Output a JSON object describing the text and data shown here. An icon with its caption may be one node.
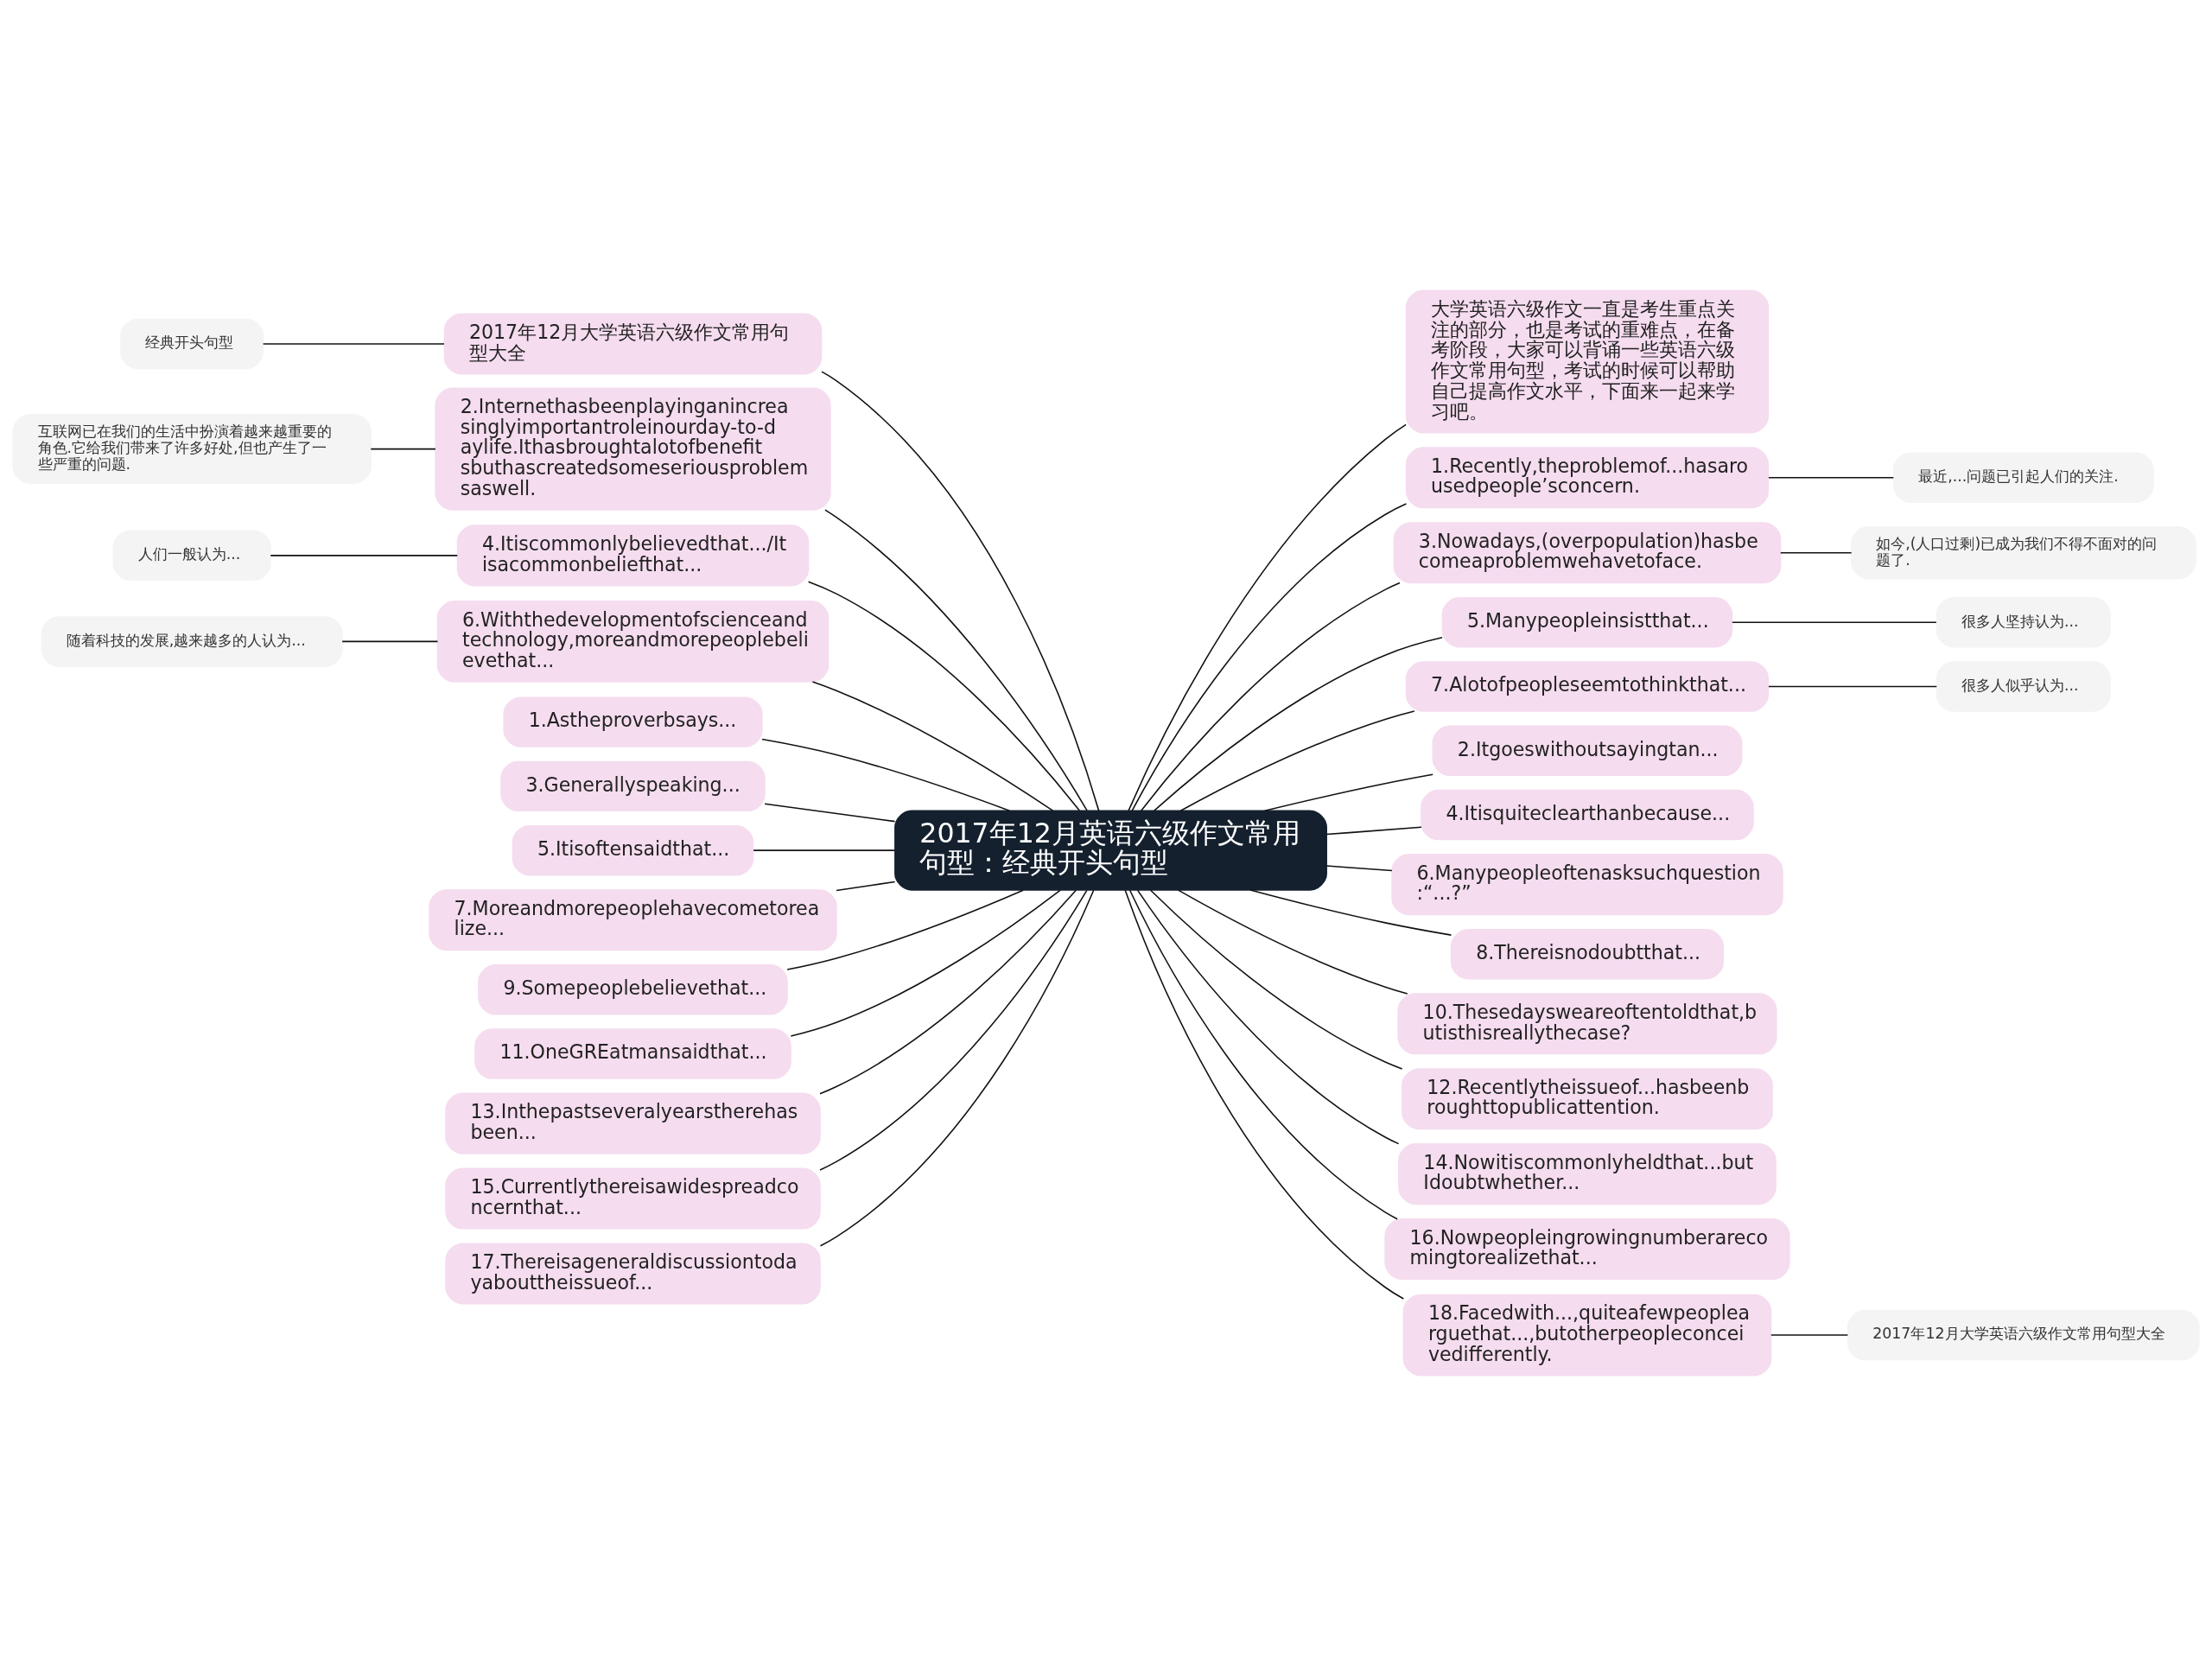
{
  "diagram": {
    "nodes": [
      {
        "text": [
          "2017年12月英语六级作文常用句型：经典开头句型"
        ]
      },
      {
        "text": [
          "大学英语六级作文一直是考生重点关注的部分，也是考试的重难点，在备考阶段，大家可以背诵一些英语六级作文常用句型，考试的时候可以帮助自己提高作文水平，下面来一起来学习吧。"
        ]
      },
      {
        "text": [
          "1.Recently,theproblemof...hasarousedpeople’sconcern."
        ]
      },
      {
        "text": [
          "最近,...问题已引起人们的关注."
        ]
      },
      {
        "text": [
          "3.Nowadays,(overpopulation)hasbecomeaproblemwehavetoface."
        ]
      },
      {
        "text": [
          "如今,(人口过剩)已成为我们不得不面对的问题了."
        ]
      },
      {
        "text": [
          "5.Manypeopleinsistthat..."
        ]
      },
      {
        "text": [
          "很多人坚持认为..."
        ]
      },
      {
        "text": [
          "7.Alotofpeopleseemtothinkthat..."
        ]
      },
      {
        "text": [
          "很多人似乎认为..."
        ]
      },
      {
        "text": [
          "2.Itgoeswithoutsayingtan..."
        ]
      },
      {
        "text": [
          "4.Itisquiteclearthanbecause..."
        ]
      },
      {
        "text": [
          "6.Manypeopleoftenasksuchquestion:“...?”"
        ]
      },
      {
        "text": [
          "8.Thereisnodoubtthat..."
        ]
      },
      {
        "text": [
          "10.Thesedaysweareoftentoldthat,butisthisreallythecase?"
        ]
      },
      {
        "text": [
          "12.Recentlytheissueof...hasbeenbroughttopublicattention."
        ]
      },
      {
        "text": [
          "14.Nowitiscommonlyheldthat...butIdoubtwhether..."
        ]
      },
      {
        "text": [
          "16.Nowpeopleingrowingnumberarecomingtorealizethat..."
        ]
      },
      {
        "text": [
          "18.Facedwith...,quiteafewpeoplearguethat...,butotherpeopleconceivedifferently."
        ]
      },
      {
        "text": [
          "2017年12月大学英语六级作文常用句型大全"
        ]
      },
      {
        "text": [
          "2017年12月大学英语六级作文常用句型大全"
        ]
      },
      {
        "text": [
          "经典开头句型"
        ]
      },
      {
        "text": [
          "2.Internethasbeenplayinganincreasinglyimportantroleinourday-to-daylife.Ithasbroughtalotofbenefitsbuthascreatedsomeseriousproblemsaswell."
        ]
      },
      {
        "text": [
          "互联网已在我们的生活中扮演着越来越重要的角色.它给我们带来了许多好处,但也产生了一些严重的问题."
        ]
      },
      {
        "text": [
          "4.Itiscommonlybelievedthat.../Itisacommonbeliefthat..."
        ]
      },
      {
        "text": [
          "人们一般认为..."
        ]
      },
      {
        "text": [
          "6.Withthedevelopmentofscienceandtechnology,moreandmorepeoplebelievethat..."
        ]
      },
      {
        "text": [
          "随着科技的发展,越来越多的人认为..."
        ]
      },
      {
        "text": [
          "1.Astheproverbsays..."
        ]
      },
      {
        "text": [
          "3.Generallyspeaking..."
        ]
      },
      {
        "text": [
          "5.Itisoftensaidthat..."
        ]
      },
      {
        "text": [
          "7.Moreandmorepeoplehavecometorealize..."
        ]
      },
      {
        "text": [
          "9.Somepeoplebelievethat..."
        ]
      },
      {
        "text": [
          "11.OneGREatmansaidthat..."
        ]
      },
      {
        "text": [
          "13.Inthepastseveralyearstherehasbeen..."
        ]
      },
      {
        "text": [
          "15.Currentlythereisawidespreadconcernthat..."
        ]
      },
      {
        "text": [
          "17.Thereisageneraldiscussiontodayabouttheissueof..."
        ]
      }
    ],
    "edges": [
      {
        "from": 0,
        "to": 1,
        "arrow": "none"
      },
      {
        "from": 0,
        "to": 2,
        "arrow": "none"
      },
      {
        "from": 2,
        "to": 3,
        "arrow": "none"
      },
      {
        "from": 0,
        "to": 4,
        "arrow": "none"
      },
      {
        "from": 4,
        "to": 5,
        "arrow": "none"
      },
      {
        "from": 0,
        "to": 6,
        "arrow": "none"
      },
      {
        "from": 6,
        "to": 7,
        "arrow": "none"
      },
      {
        "from": 0,
        "to": 8,
        "arrow": "none"
      },
      {
        "from": 8,
        "to": 9,
        "arrow": "none"
      },
      {
        "from": 0,
        "to": 10,
        "arrow": "none"
      },
      {
        "from": 0,
        "to": 11,
        "arrow": "none"
      },
      {
        "from": 0,
        "to": 12,
        "arrow": "none"
      },
      {
        "from": 0,
        "to": 13,
        "arrow": "none"
      },
      {
        "from": 0,
        "to": 14,
        "arrow": "none"
      },
      {
        "from": 0,
        "to": 15,
        "arrow": "none"
      },
      {
        "from": 0,
        "to": 16,
        "arrow": "none"
      },
      {
        "from": 0,
        "to": 17,
        "arrow": "none"
      },
      {
        "from": 0,
        "to": 18,
        "arrow": "none"
      },
      {
        "from": 18,
        "to": 19,
        "arrow": "none"
      },
      {
        "from": 21,
        "to": 20,
        "arrow": "none"
      },
      {
        "from": 20,
        "to": 0,
        "arrow": "none"
      },
      {
        "from": 23,
        "to": 22,
        "arrow": "none"
      },
      {
        "from": 22,
        "to": 0,
        "arrow": "none"
      },
      {
        "from": 25,
        "to": 24,
        "arrow": "none"
      },
      {
        "from": 24,
        "to": 0,
        "arrow": "none"
      },
      {
        "from": 27,
        "to": 26,
        "arrow": "none"
      },
      {
        "from": 26,
        "to": 0,
        "arrow": "none"
      },
      {
        "from": 28,
        "to": 0,
        "arrow": "none"
      },
      {
        "from": 29,
        "to": 0,
        "arrow": "none"
      },
      {
        "from": 30,
        "to": 0,
        "arrow": "none"
      },
      {
        "from": 31,
        "to": 0,
        "arrow": "none"
      },
      {
        "from": 32,
        "to": 0,
        "arrow": "none"
      },
      {
        "from": 33,
        "to": 0,
        "arrow": "none"
      },
      {
        "from": 34,
        "to": 0,
        "arrow": "none"
      },
      {
        "from": 35,
        "to": 0,
        "arrow": "none"
      },
      {
        "from": 36,
        "to": 0,
        "arrow": "none"
      }
    ]
  }
}
